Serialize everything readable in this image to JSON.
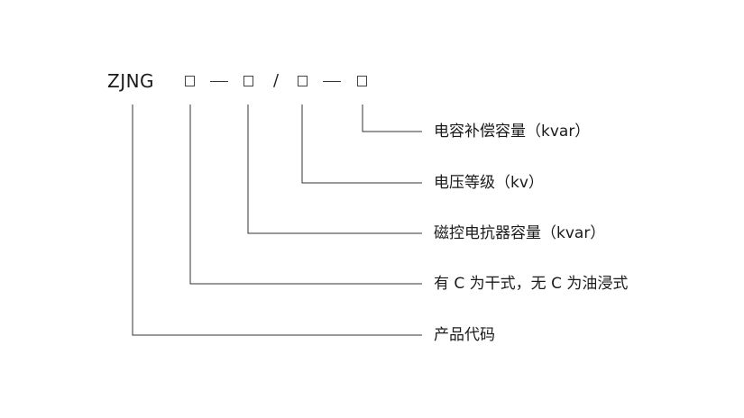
{
  "model_code": {
    "prefix": "ZJNG",
    "separator_slash": "/"
  },
  "fields": [
    {
      "label": "电容补偿容量（kvar）"
    },
    {
      "label": "电压等级（kv）"
    },
    {
      "label": "磁控电抗器容量（kvar）"
    },
    {
      "label": "有 C 为干式，无 C 为油浸式"
    },
    {
      "label": "产品代码"
    }
  ]
}
